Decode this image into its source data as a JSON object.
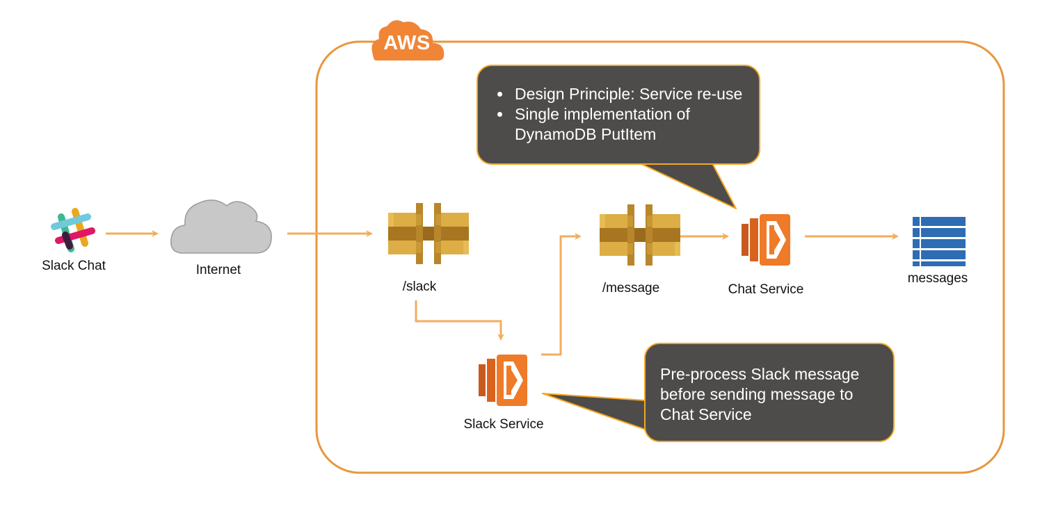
{
  "cloud_badge": {
    "label": "AWS"
  },
  "nodes": {
    "slack_chat": {
      "label": "Slack Chat",
      "icon": "slack-logo-icon"
    },
    "internet": {
      "label": "Internet",
      "icon": "cloud-icon"
    },
    "slack_api": {
      "label": "/slack",
      "icon": "api-gateway-icon"
    },
    "message_api": {
      "label": "/message",
      "icon": "api-gateway-icon"
    },
    "slack_service": {
      "label": "Slack Service",
      "icon": "lambda-icon"
    },
    "chat_service": {
      "label": "Chat Service",
      "icon": "lambda-icon"
    },
    "messages": {
      "label": "messages",
      "icon": "dynamodb-table-icon"
    }
  },
  "callouts": {
    "top": {
      "bullets": [
        "Design Principle: Service re-use",
        "Single implementation of DynamoDB PutItem"
      ]
    },
    "bottom": {
      "text": "Pre-process Slack message before sending message to Chat Service"
    }
  },
  "colors": {
    "accent_orange": "#f0a050",
    "border_orange": "#e8963c",
    "badge_orange": "#f08536",
    "api_gold": "#b8862b",
    "lambda_orange": "#e66b22",
    "dynamo_blue": "#2e6cb4",
    "callout_bg": "#4d4c4a",
    "cloud_grey": "#c8c8c8"
  }
}
